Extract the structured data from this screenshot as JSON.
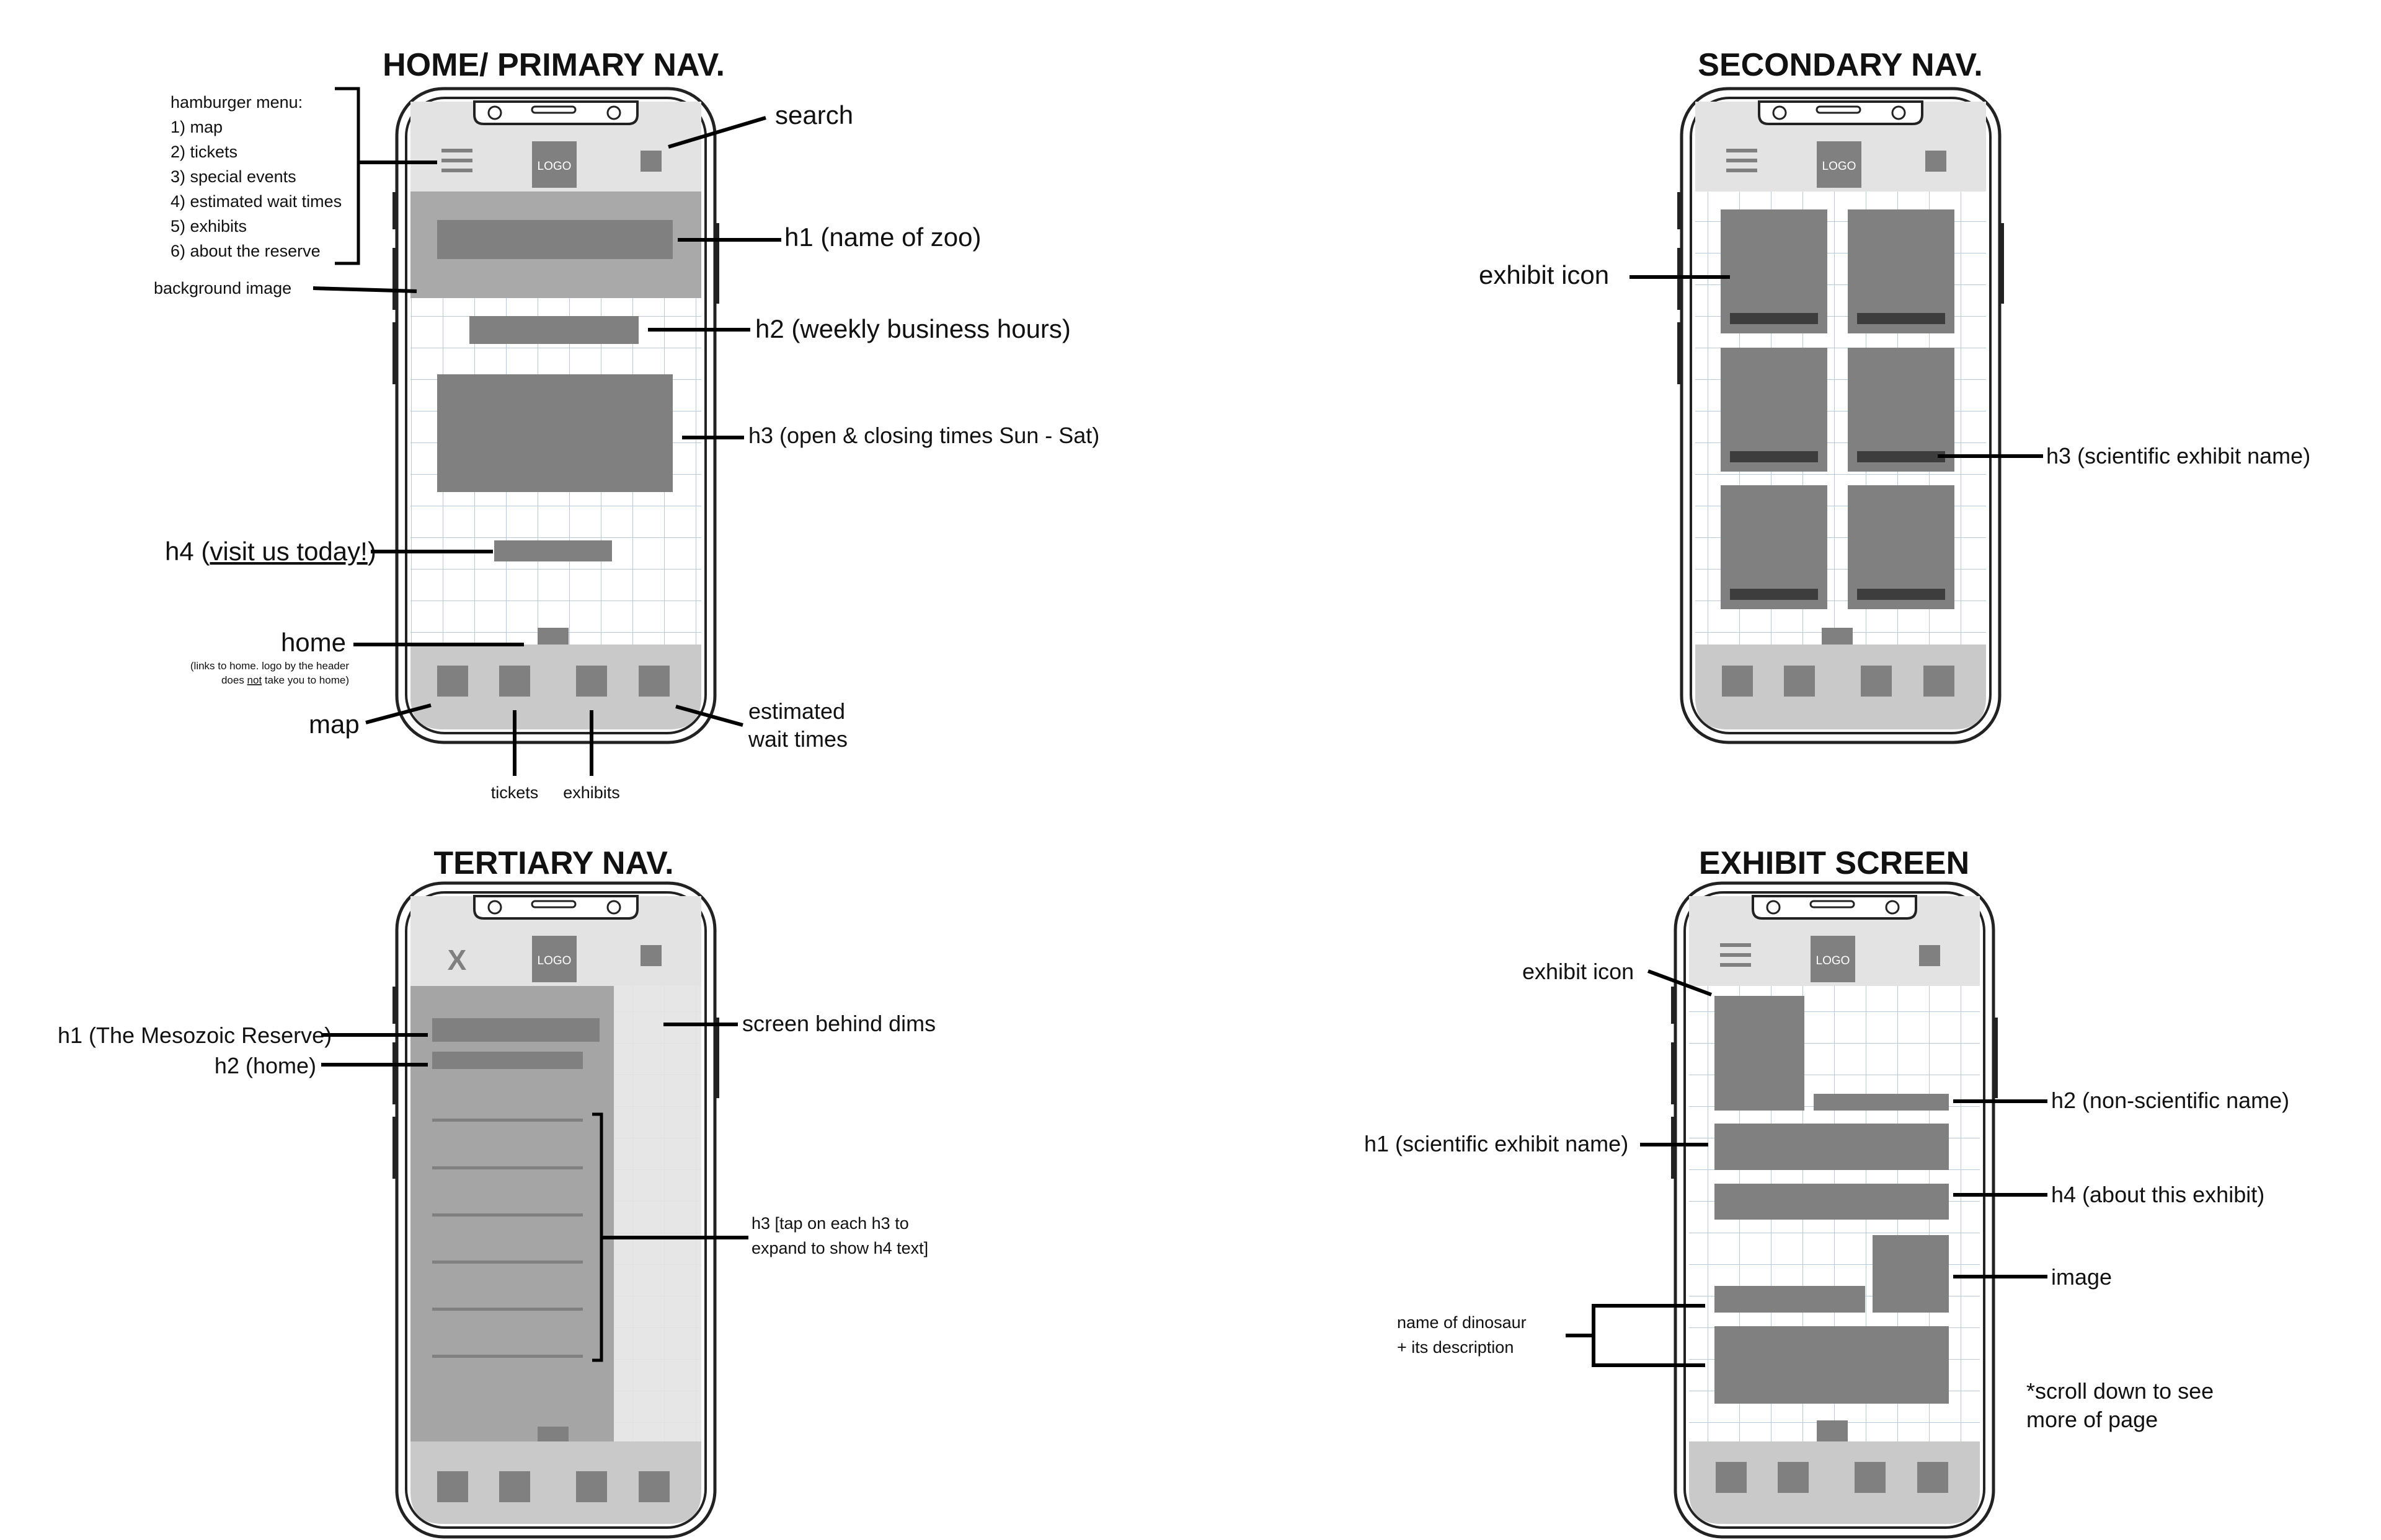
{
  "titles": {
    "home": "HOME/ PRIMARY NAV.",
    "secondary": "SECONDARY NAV.",
    "tertiary": "TERTIARY NAV.",
    "exhibit": "EXHIBIT SCREEN"
  },
  "logo_text": "LOGO",
  "close_text": "X",
  "home_labels": {
    "hamburger_menu": [
      "hamburger menu:",
      "1) map",
      "2) tickets",
      "3) special events",
      "4) estimated wait times",
      "5) exhibits",
      "6) about the reserve"
    ],
    "search": "search",
    "background_image": "background image",
    "h1": "h1 (name of zoo)",
    "h2": "h2 (weekly business hours)",
    "h3": "h3 (open & closing times Sun - Sat)",
    "h4_prefix": "h4 (",
    "h4_link": "visit us today!",
    "h4_suffix": ")",
    "home": "home",
    "home_note_1": "(links to home. logo by the header",
    "home_note_2a": "does ",
    "home_note_2b": "not",
    "home_note_2c": " take you to home)",
    "map": "map",
    "tickets": "tickets",
    "exhibits": "exhibits",
    "wait_times_1": "estimated",
    "wait_times_2": "wait times"
  },
  "secondary_labels": {
    "exhibit_icon": "exhibit icon",
    "h3": "h3 (scientific exhibit name)"
  },
  "tertiary_labels": {
    "h1": "h1 (The Mesozoic Reserve)",
    "h2": "h2 (home)",
    "dims": "screen behind dims",
    "h3_1": "h3 [tap on each h3 to",
    "h3_2": "expand to show h4 text]"
  },
  "exhibit_labels": {
    "exhibit_icon": "exhibit icon",
    "h2": "h2 (non-scientific name)",
    "h1": "h1 (scientific exhibit name)",
    "h4": "h4 (about this exhibit)",
    "image": "image",
    "dino_1": "name of dinosaur",
    "dino_2": "+ its description",
    "scroll_1": "*scroll down to see",
    "scroll_2": "more of page"
  },
  "colors": {
    "block": "#808080",
    "block_dark": "#3d3d3d",
    "band": "#e3e3e3",
    "hero": "#a9a9a9",
    "grid": "#b7c8dd",
    "drawer": "#a5a5a5",
    "dimmed": "#e3e3e3",
    "annotation_line": "#000000"
  }
}
